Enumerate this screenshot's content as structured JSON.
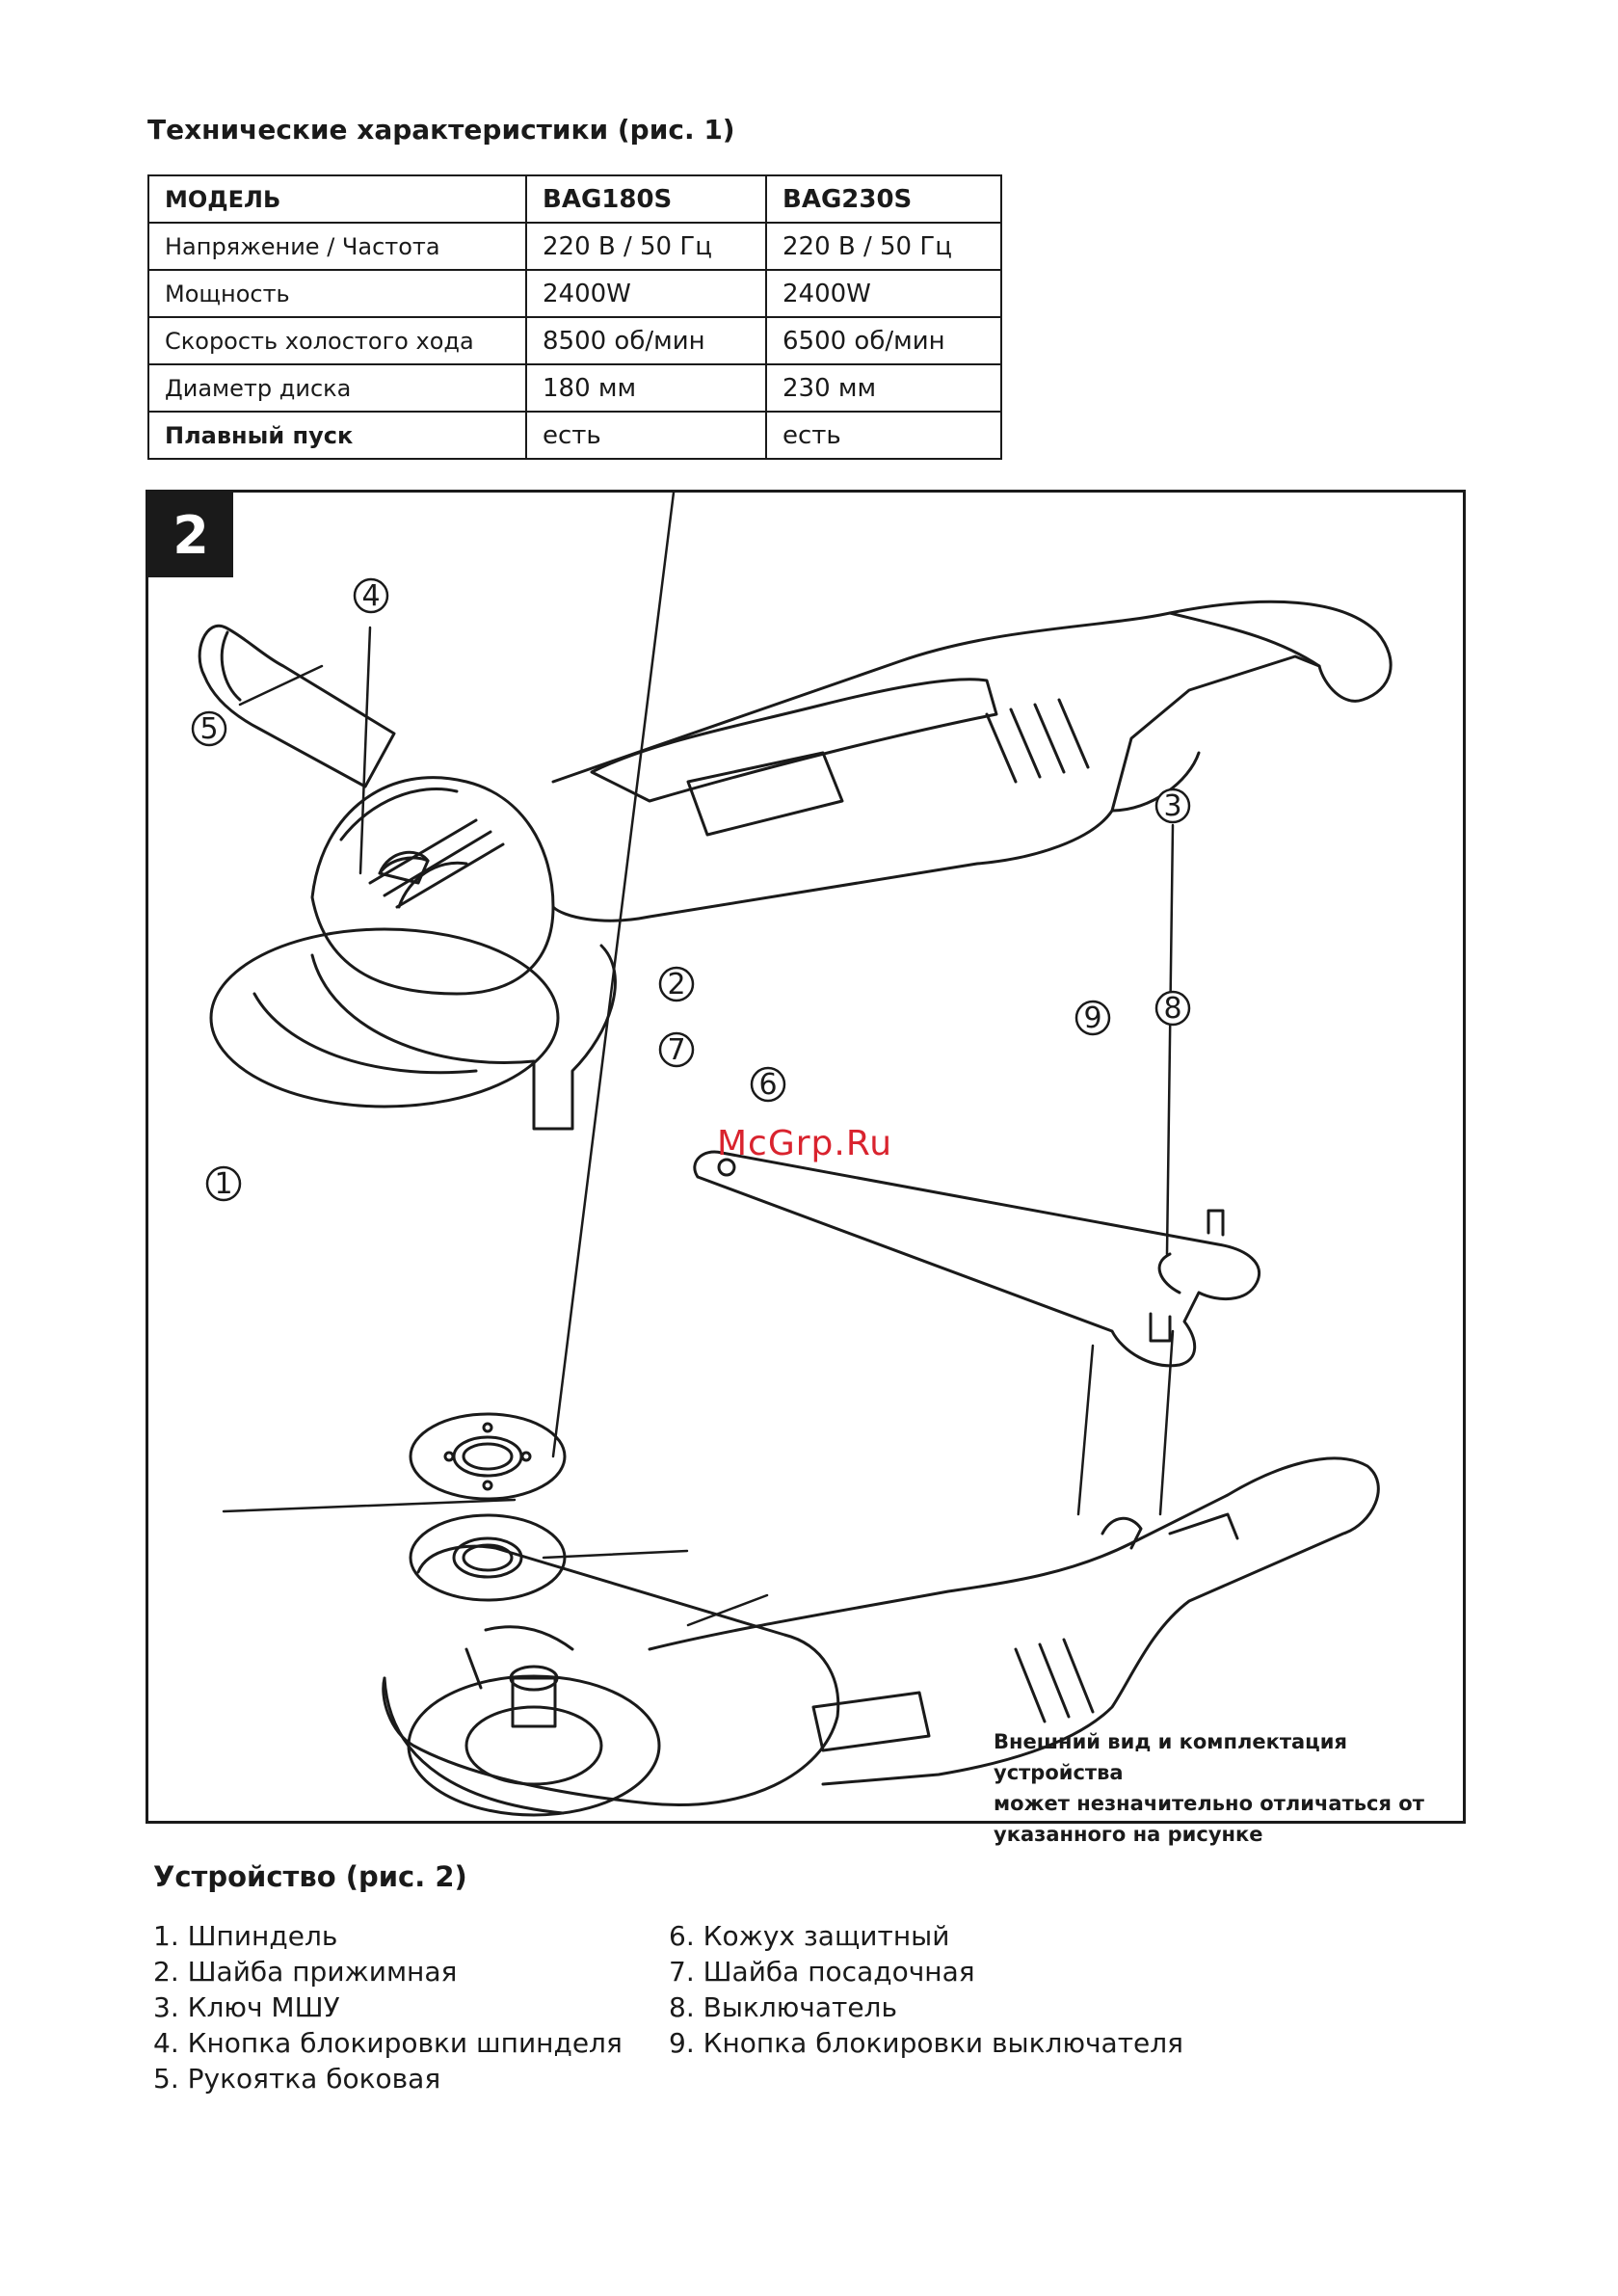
{
  "spec_section": {
    "title": "Технические характеристики (рис. 1)",
    "header": [
      "МОДЕЛЬ",
      "BAG180S",
      "BAG230S"
    ],
    "rows": [
      [
        "Напряжение / Частота",
        "220 В / 50 Гц",
        "220 В / 50 Гц"
      ],
      [
        "Мощность",
        "2400W",
        "2400W"
      ],
      [
        "Скорость холостого хода",
        "8500 об/мин",
        "6500 об/мин"
      ],
      [
        "Диаметр диска",
        "180 мм",
        "230 мм"
      ],
      [
        "Плавный пуск",
        "есть",
        "есть"
      ]
    ]
  },
  "figure": {
    "number": "2",
    "watermark": "McGrp.Ru",
    "callouts": [
      "1",
      "2",
      "3",
      "4",
      "5",
      "6",
      "7",
      "8",
      "9"
    ],
    "note_lines": [
      "Внешний вид и комплектация устройства",
      "может незначительно отличаться от",
      "указанного на рисунке"
    ]
  },
  "device_section": {
    "title": "Устройство (рис. 2)",
    "parts_left": [
      "1. Шпиндель",
      "2. Шайба прижимная",
      "3. Ключ МШУ",
      "4. Кнопка блокировки шпинделя",
      "5. Рукоятка боковая"
    ],
    "parts_right": [
      "6. Кожух защитный",
      "7. Шайба посадочная",
      "8. Выключатель",
      "9. Кнопка блокировки выключателя"
    ]
  }
}
